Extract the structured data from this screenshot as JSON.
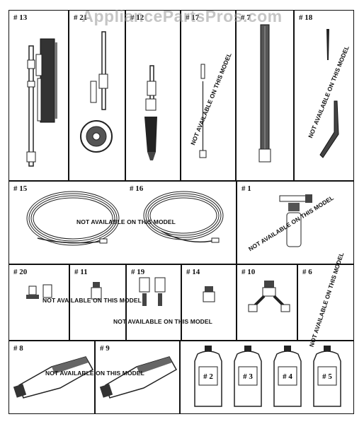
{
  "watermark": "AppliancePartsPros.com",
  "notice": "NOT AVAILABLE ON THIS MODEL",
  "parts": {
    "p13": "# 13",
    "p21": "# 21",
    "p12": "# 12",
    "p17": "# 17",
    "p7": "# 7",
    "p18": "# 18",
    "p15": "# 15",
    "p16": "# 16",
    "p1": "# 1",
    "p20": "# 20",
    "p11": "# 11",
    "p19": "# 19",
    "p14": "# 14",
    "p10": "# 10",
    "p6": "# 6",
    "p8": "# 8",
    "p9": "# 9"
  },
  "bottle_labels": [
    "# 2",
    "# 3",
    "# 4",
    "# 5"
  ]
}
